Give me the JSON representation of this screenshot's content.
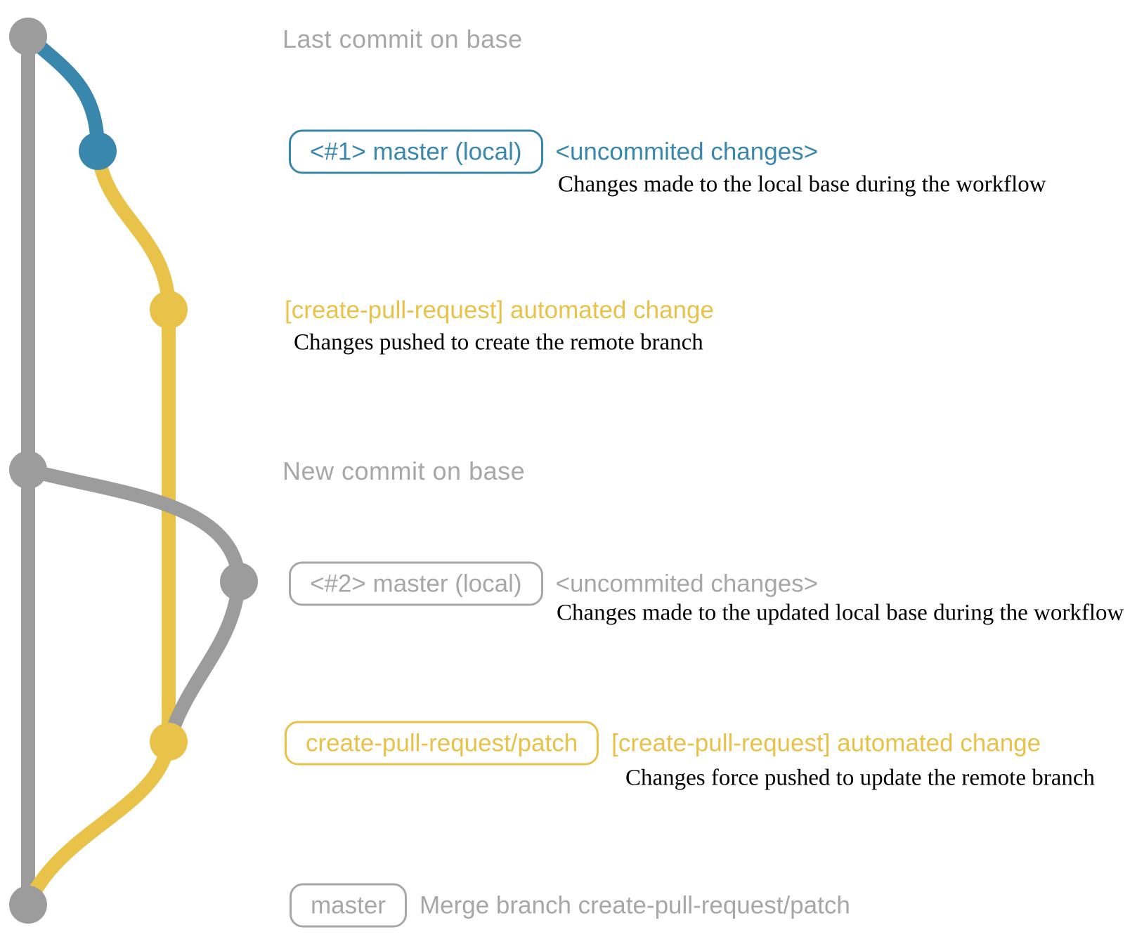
{
  "colors": {
    "blue": "#3a87ad",
    "yellow": "#e9c24a",
    "gray": "#9c9c9c",
    "gray_text": "#a7a7a7",
    "desc_text": "#000000",
    "background": "#ffffff"
  },
  "graph": {
    "commit_dots_top_to_bottom": [
      {
        "name": "last-commit-on-base",
        "color_ref": "gray"
      },
      {
        "name": "local-master-1-uncommitted",
        "color_ref": "blue"
      },
      {
        "name": "patch-branch-commit-1",
        "color_ref": "yellow"
      },
      {
        "name": "new-commit-on-base",
        "color_ref": "gray"
      },
      {
        "name": "local-master-2-uncommitted",
        "color_ref": "gray"
      },
      {
        "name": "patch-branch-commit-2",
        "color_ref": "yellow"
      },
      {
        "name": "merge-commit-on-master",
        "color_ref": "gray"
      }
    ]
  },
  "rows": {
    "r1": {
      "title": "Last commit on base"
    },
    "r2": {
      "badge": "<#1> master (local)",
      "heading": "<uncommited changes>",
      "desc": "Changes made to the local base during the workflow"
    },
    "r3": {
      "heading": "[create-pull-request] automated change",
      "desc": "Changes pushed to create the remote branch"
    },
    "r4": {
      "title": "New commit on base"
    },
    "r5": {
      "badge": "<#2> master (local)",
      "heading": "<uncommited changes>",
      "desc": "Changes made to the updated local base during the workflow"
    },
    "r6": {
      "badge": "create-pull-request/patch",
      "heading": "[create-pull-request] automated change",
      "desc": "Changes force pushed to update the remote branch"
    },
    "r7": {
      "badge": "master",
      "heading": "Merge branch create-pull-request/patch"
    }
  }
}
